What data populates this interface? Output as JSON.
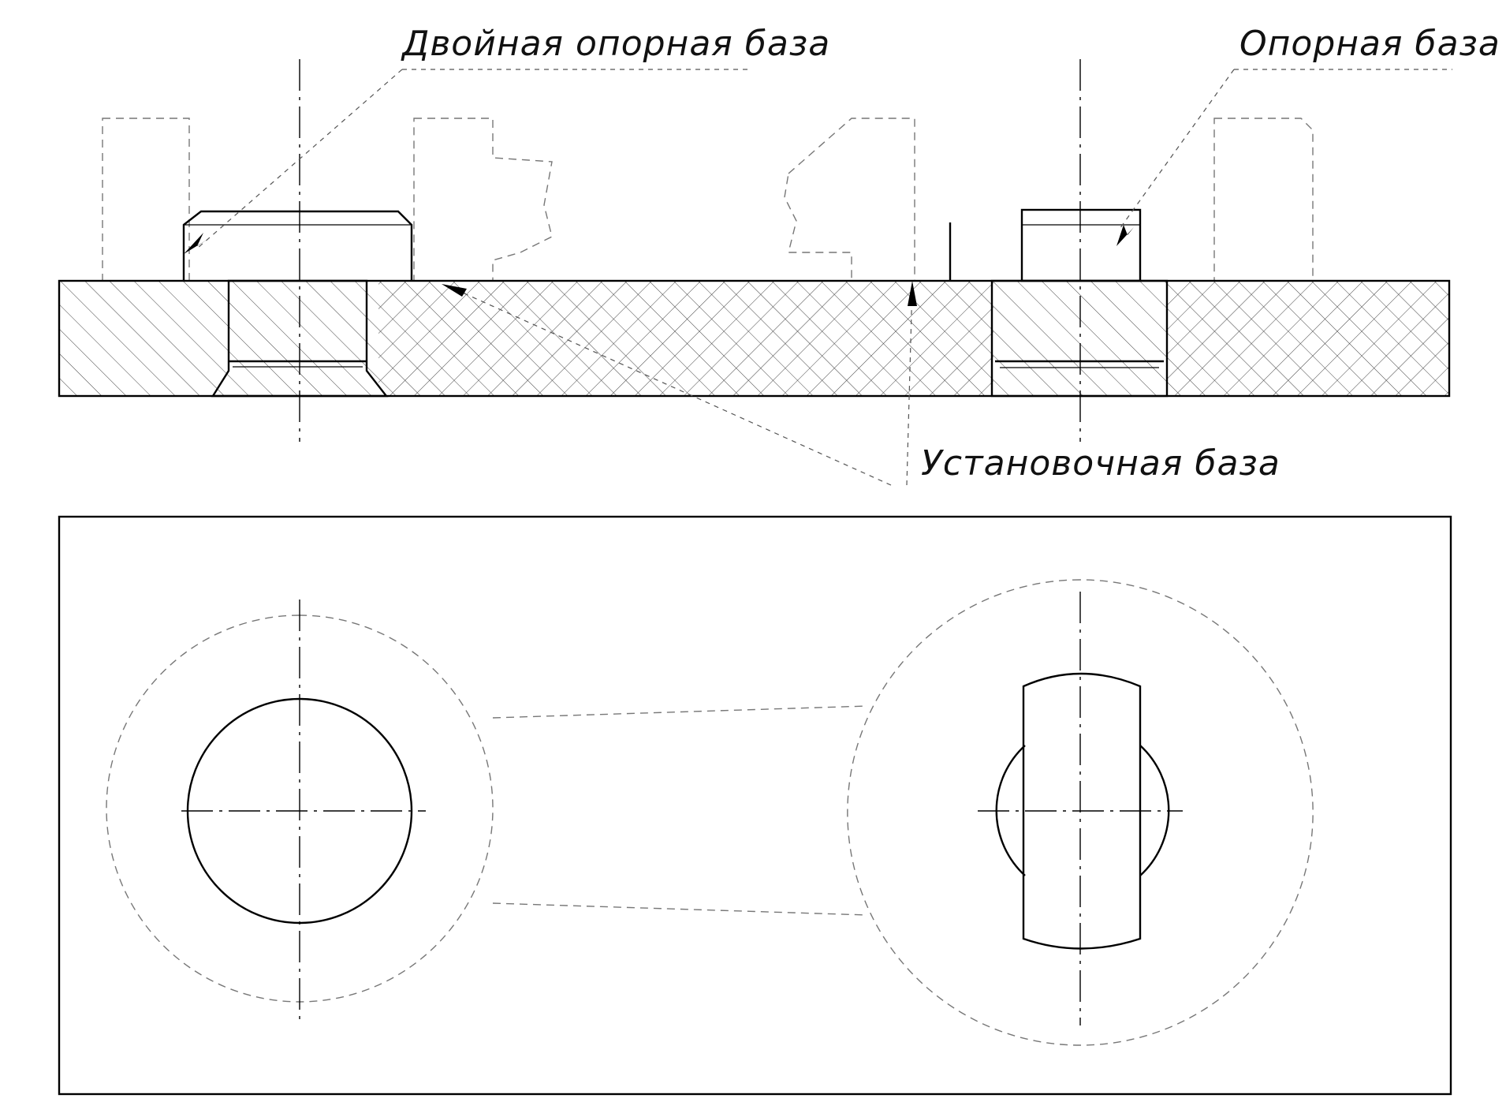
{
  "labels": {
    "double_support_base": "Двойная опорная база",
    "support_base": "Опорная база",
    "installation_base": "Установочная база"
  }
}
